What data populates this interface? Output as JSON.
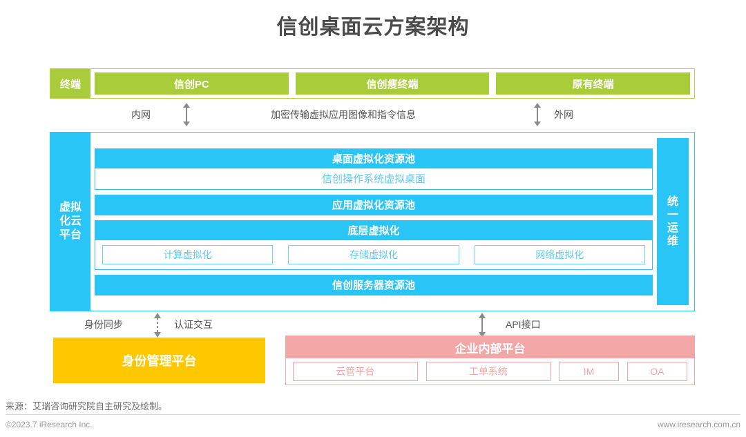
{
  "title": "信创桌面云方案架构",
  "terminal": {
    "label": "终端",
    "items": [
      {
        "label": "信创PC"
      },
      {
        "label": "信创瘦终端"
      },
      {
        "label": "原有终端"
      }
    ]
  },
  "upper_band": {
    "left_label": "内网",
    "center_label": "加密传输虚拟应用图像和指令信息",
    "right_label": "外网",
    "arrow_left_icon": "double-arrow-vertical-icon",
    "arrow_right_icon": "double-arrow-vertical-icon"
  },
  "cloud": {
    "left_label": "虚拟化云平台",
    "right_label": "统一运维",
    "desktop_pool": {
      "title": "桌面虚拟化资源池",
      "sub": "信创操作系统虚拟桌面"
    },
    "app_pool": {
      "title": "应用虚拟化资源池"
    },
    "base_virtualization": {
      "title": "底层虚拟化",
      "items": [
        "计算虚拟化",
        "存储虚拟化",
        "网络虚拟化"
      ]
    },
    "server_pool": {
      "title": "信创服务器资源池"
    }
  },
  "lower_band": {
    "sync_label": "身份同步",
    "auth_label": "认证交互",
    "api_label": "API接口",
    "arrow_dashed_icon": "double-arrow-vertical-dashed-icon",
    "arrow_solid_icon": "double-arrow-vertical-icon"
  },
  "identity_platform": {
    "label": "身份管理平台"
  },
  "enterprise_platform": {
    "title": "企业内部平台",
    "items": [
      "云管平台",
      "工单系统",
      "IM",
      "OA"
    ]
  },
  "footer": {
    "source": "来源：艾瑞咨询研究院自主研究及绘制。",
    "copyright": "©2023.7 iResearch Inc.",
    "website": "www.iresearch.com.cn"
  },
  "colors": {
    "green": "#a9cd3a",
    "blue": "#29c5f6",
    "yellow": "#fdc800",
    "pink": "#f3a6a6",
    "title": "#4a4a4a"
  }
}
